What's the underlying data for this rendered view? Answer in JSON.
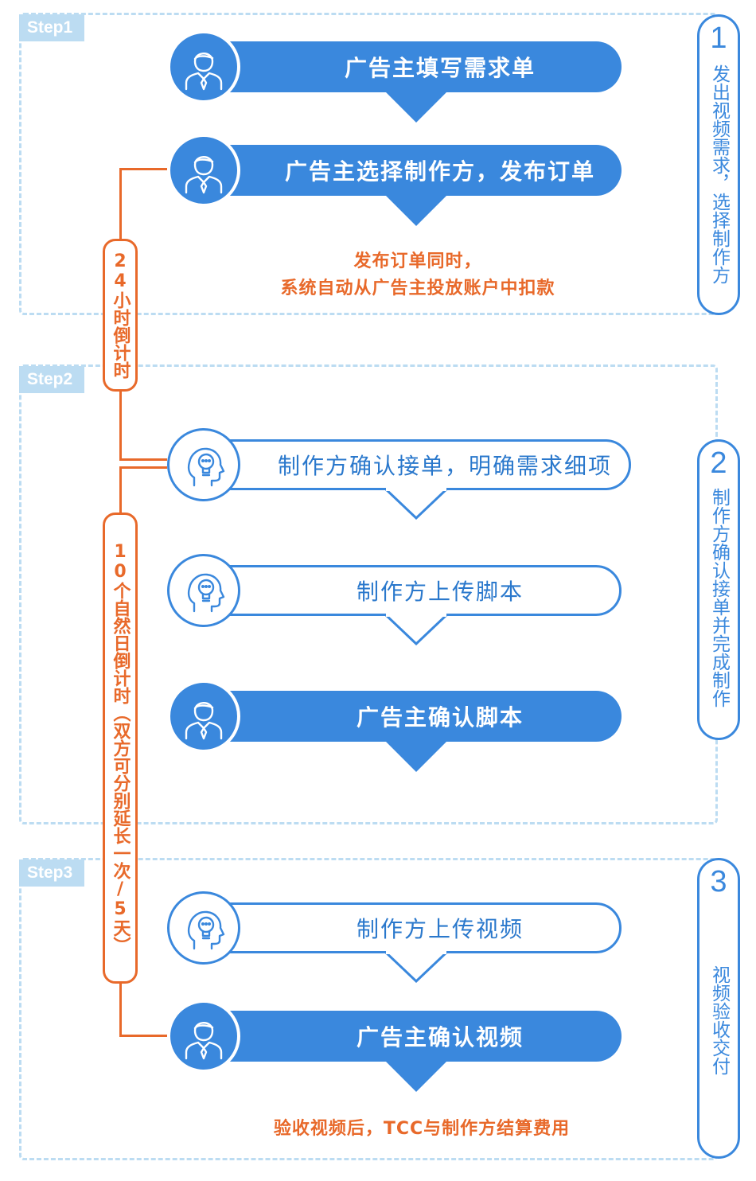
{
  "steps": [
    {
      "tag": "Step1"
    },
    {
      "tag": "Step2"
    },
    {
      "tag": "Step3"
    }
  ],
  "phases": [
    {
      "number": "1",
      "label": "发出视频需求，选择制作方"
    },
    {
      "number": "2",
      "label": "制作方确认接单并完成制作"
    },
    {
      "number": "3",
      "label": "视频验收交付"
    }
  ],
  "flow": [
    {
      "actor": "advertiser",
      "text": "广告主填写需求单"
    },
    {
      "actor": "advertiser",
      "text": "广告主选择制作方，发布订单"
    },
    {
      "actor": "producer",
      "text": "制作方确认接单，明确需求细项"
    },
    {
      "actor": "producer",
      "text": "制作方上传脚本"
    },
    {
      "actor": "advertiser",
      "text": "广告主确认脚本"
    },
    {
      "actor": "producer",
      "text": "制作方上传视频"
    },
    {
      "actor": "advertiser",
      "text": "广告主确认视频"
    }
  ],
  "notes": {
    "order_line1": "发布订单同时，",
    "order_line2": "系统自动从广告主投放账户中扣款",
    "settlement": "验收视频后，TCC与制作方结算费用"
  },
  "timers": {
    "t24": "24小时倒计时",
    "t10": "10个自然日倒计时（双方可分别延长一次/5天）"
  },
  "colors": {
    "blue": "#3a88dd",
    "orange": "#e8692a",
    "dash": "#bcdcf2"
  }
}
